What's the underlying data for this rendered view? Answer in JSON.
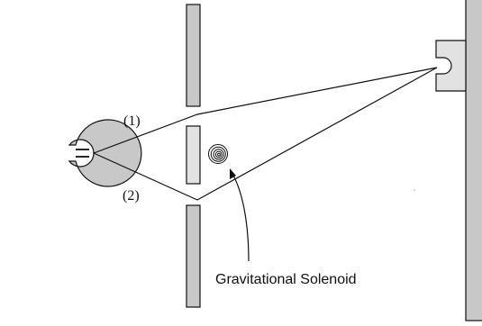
{
  "labels": {
    "path1": "(1)",
    "path2": "(2)",
    "solenoid": "Gravitational Solenoid"
  },
  "colors": {
    "fill_gray": "#c8c8c8",
    "inner_gray": "#e2e2e2",
    "stroke": "#111111",
    "background": "#ffffff"
  }
}
